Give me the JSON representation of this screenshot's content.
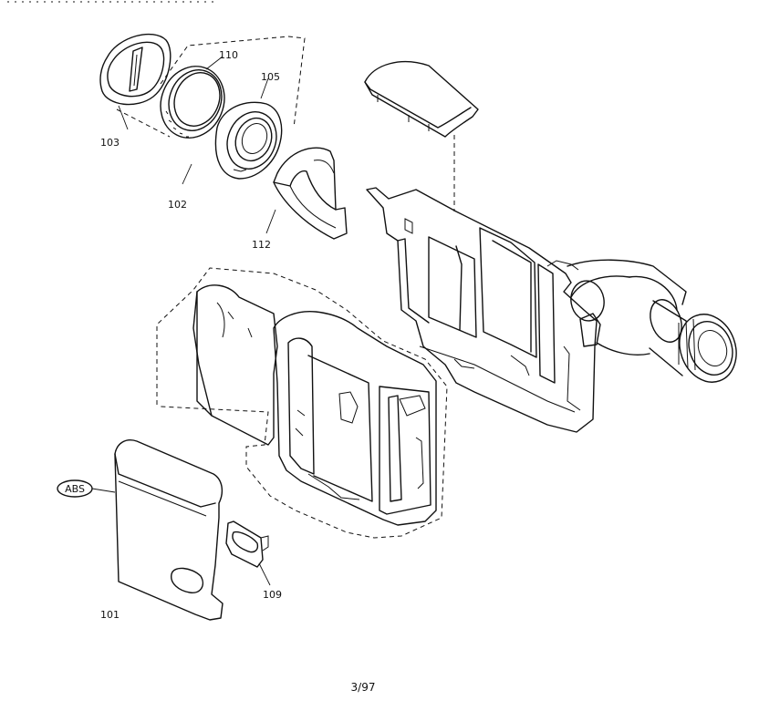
{
  "labels": {
    "p101": "101",
    "p102": "102",
    "p103": "103",
    "p105": "105",
    "p109": "109",
    "p110": "110",
    "p112": "112",
    "abs": "ABS"
  },
  "page_number": "3/97"
}
